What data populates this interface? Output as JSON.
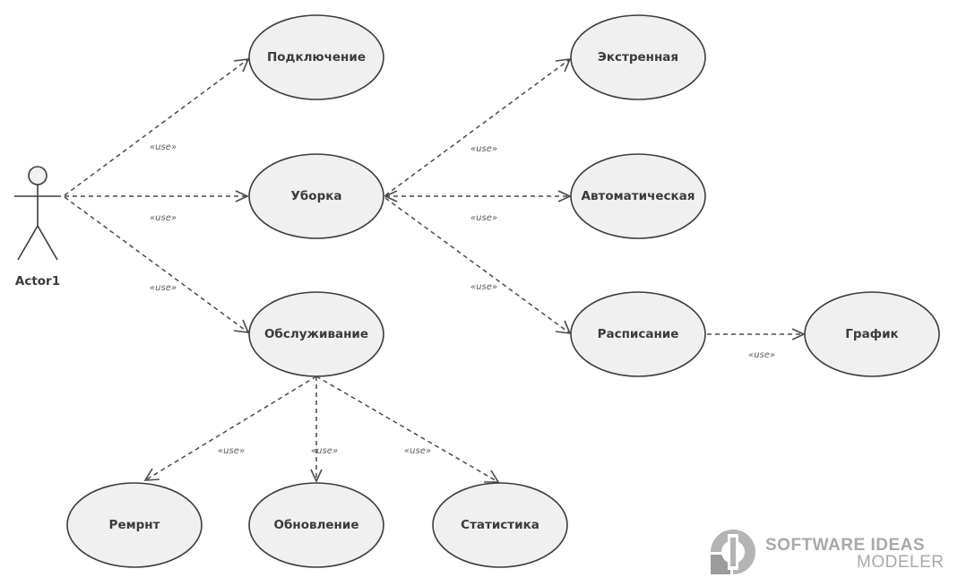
{
  "diagram": {
    "type": "use-case",
    "actor": {
      "id": "actor1",
      "label": "Actor1"
    },
    "use_cases": [
      {
        "id": "uc_connect",
        "label": "Подключение"
      },
      {
        "id": "uc_clean",
        "label": "Уборка"
      },
      {
        "id": "uc_service",
        "label": "Обслуживание"
      },
      {
        "id": "uc_emergency",
        "label": "Экстренная"
      },
      {
        "id": "uc_auto",
        "label": "Автоматическая"
      },
      {
        "id": "uc_schedule",
        "label": "Расписание"
      },
      {
        "id": "uc_chart",
        "label": "График"
      },
      {
        "id": "uc_repair",
        "label": "Ремрнт"
      },
      {
        "id": "uc_update",
        "label": "Обновление"
      },
      {
        "id": "uc_stats",
        "label": "Статистика"
      }
    ],
    "relations": [
      {
        "from": "actor1",
        "to": "uc_connect",
        "stereotype": "«use»"
      },
      {
        "from": "actor1",
        "to": "uc_clean",
        "stereotype": "«use»"
      },
      {
        "from": "actor1",
        "to": "uc_service",
        "stereotype": "«use»"
      },
      {
        "from": "uc_clean",
        "to": "uc_emergency",
        "stereotype": "«use»"
      },
      {
        "from": "uc_clean",
        "to": "uc_auto",
        "stereotype": "«use»"
      },
      {
        "from": "uc_clean",
        "to": "uc_schedule",
        "stereotype": "«use»"
      },
      {
        "from": "uc_schedule",
        "to": "uc_chart",
        "stereotype": "«use»"
      },
      {
        "from": "uc_service",
        "to": "uc_repair",
        "stereotype": "«use»"
      },
      {
        "from": "uc_service",
        "to": "uc_update",
        "stereotype": "«use»"
      },
      {
        "from": "uc_service",
        "to": "uc_stats",
        "stereotype": "«use»"
      }
    ]
  },
  "watermark": {
    "line1": "SOFTWARE IDEAS",
    "line2": "MODELER"
  }
}
